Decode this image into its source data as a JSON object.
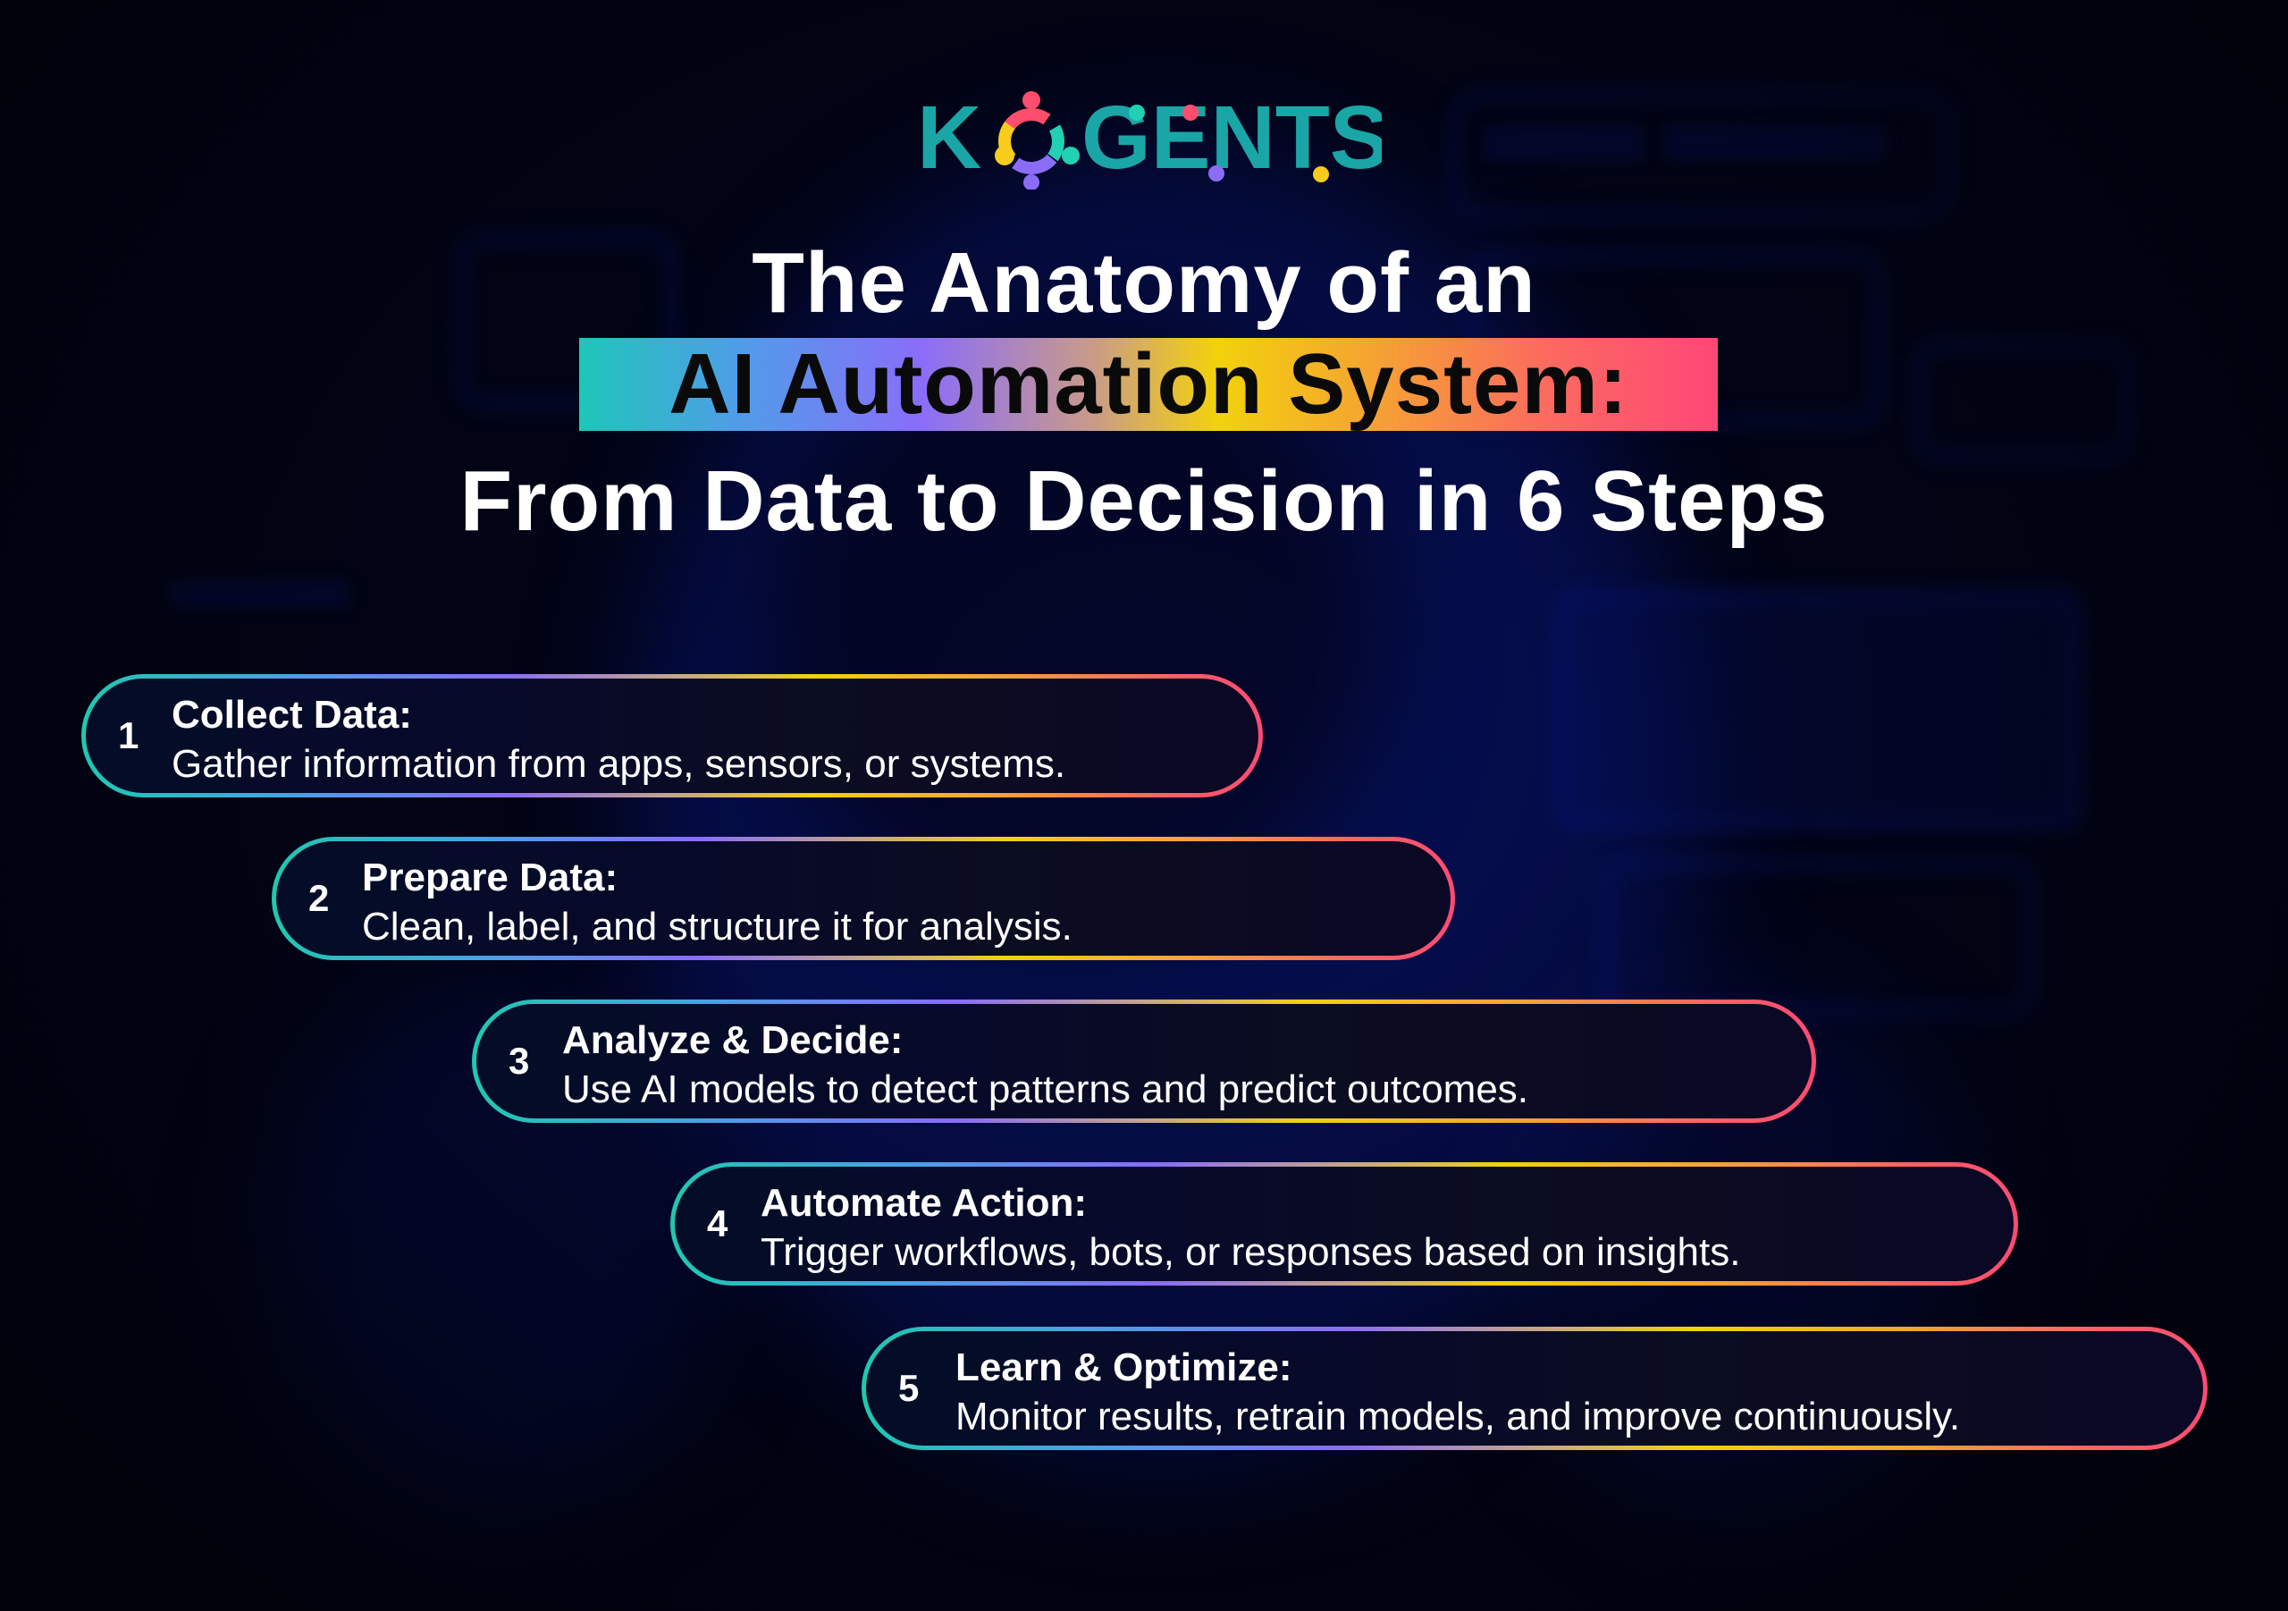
{
  "brand": {
    "name": "KOGENTS",
    "colors": {
      "teal": "#1aa6a6",
      "pink": "#ff4d6d",
      "yellow": "#f7cc1a",
      "purple": "#8b6cf7",
      "mint": "#22d0b4"
    }
  },
  "title": {
    "line1": "The Anatomy of an",
    "line2": "AI Automation System:",
    "line3": "From Data to Decision in 6 Steps"
  },
  "steps": [
    {
      "number": "1",
      "title": "Collect Data:",
      "description": "Gather information from apps, sensors, or systems."
    },
    {
      "number": "2",
      "title": "Prepare Data:",
      "description": "Clean, label, and structure it for analysis."
    },
    {
      "number": "3",
      "title": "Analyze & Decide:",
      "description": "Use AI models to detect patterns and predict outcomes."
    },
    {
      "number": "4",
      "title": "Automate Action:",
      "description": "Trigger workflows, bots, or responses based on insights."
    },
    {
      "number": "5",
      "title": "Learn & Optimize:",
      "description": "Monitor results, retrain models, and improve continuously."
    }
  ],
  "colors": {
    "background": "#02041a",
    "gradient": [
      "#1ec8b0",
      "#8a6cf8",
      "#f2d10f",
      "#f7a236",
      "#ff4a74"
    ],
    "text": "#ffffff"
  }
}
